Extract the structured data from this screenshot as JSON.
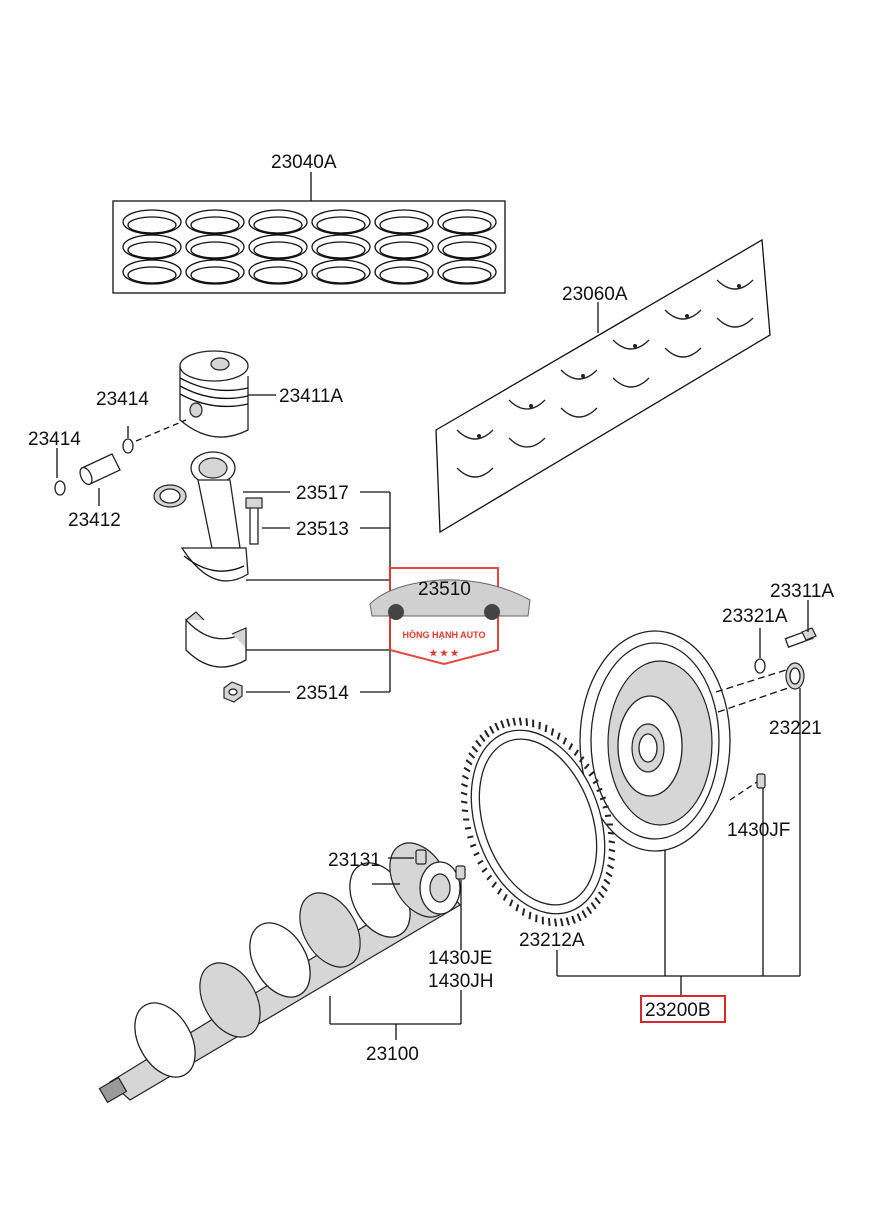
{
  "labels": {
    "piston_ring_set": "23040A",
    "main_bearing_set": "23060A",
    "piston": "23411A",
    "snap_ring_a": "23414",
    "snap_ring_b": "23414",
    "piston_pin": "23412",
    "bearing_sleeve": "23517",
    "rod_bolt": "23513",
    "connecting_rod": "23510",
    "rod_nut": "23514",
    "bolt": "23311A",
    "washer": "23321A",
    "spacer": "23221",
    "dowel_pin": "1430JF",
    "key": "23131",
    "pin_e": "1430JE",
    "pin_h": "1430JH",
    "ring_gear": "23212A",
    "crankshaft": "23100",
    "flywheel_assembly": "23200B"
  },
  "watermark": {
    "text": "HỒNG HẠNH AUTO",
    "stars": "★ ★ ★",
    "accent": "#e03a2f"
  },
  "colors": {
    "line": "#111111",
    "highlight_box": "#d62828"
  }
}
